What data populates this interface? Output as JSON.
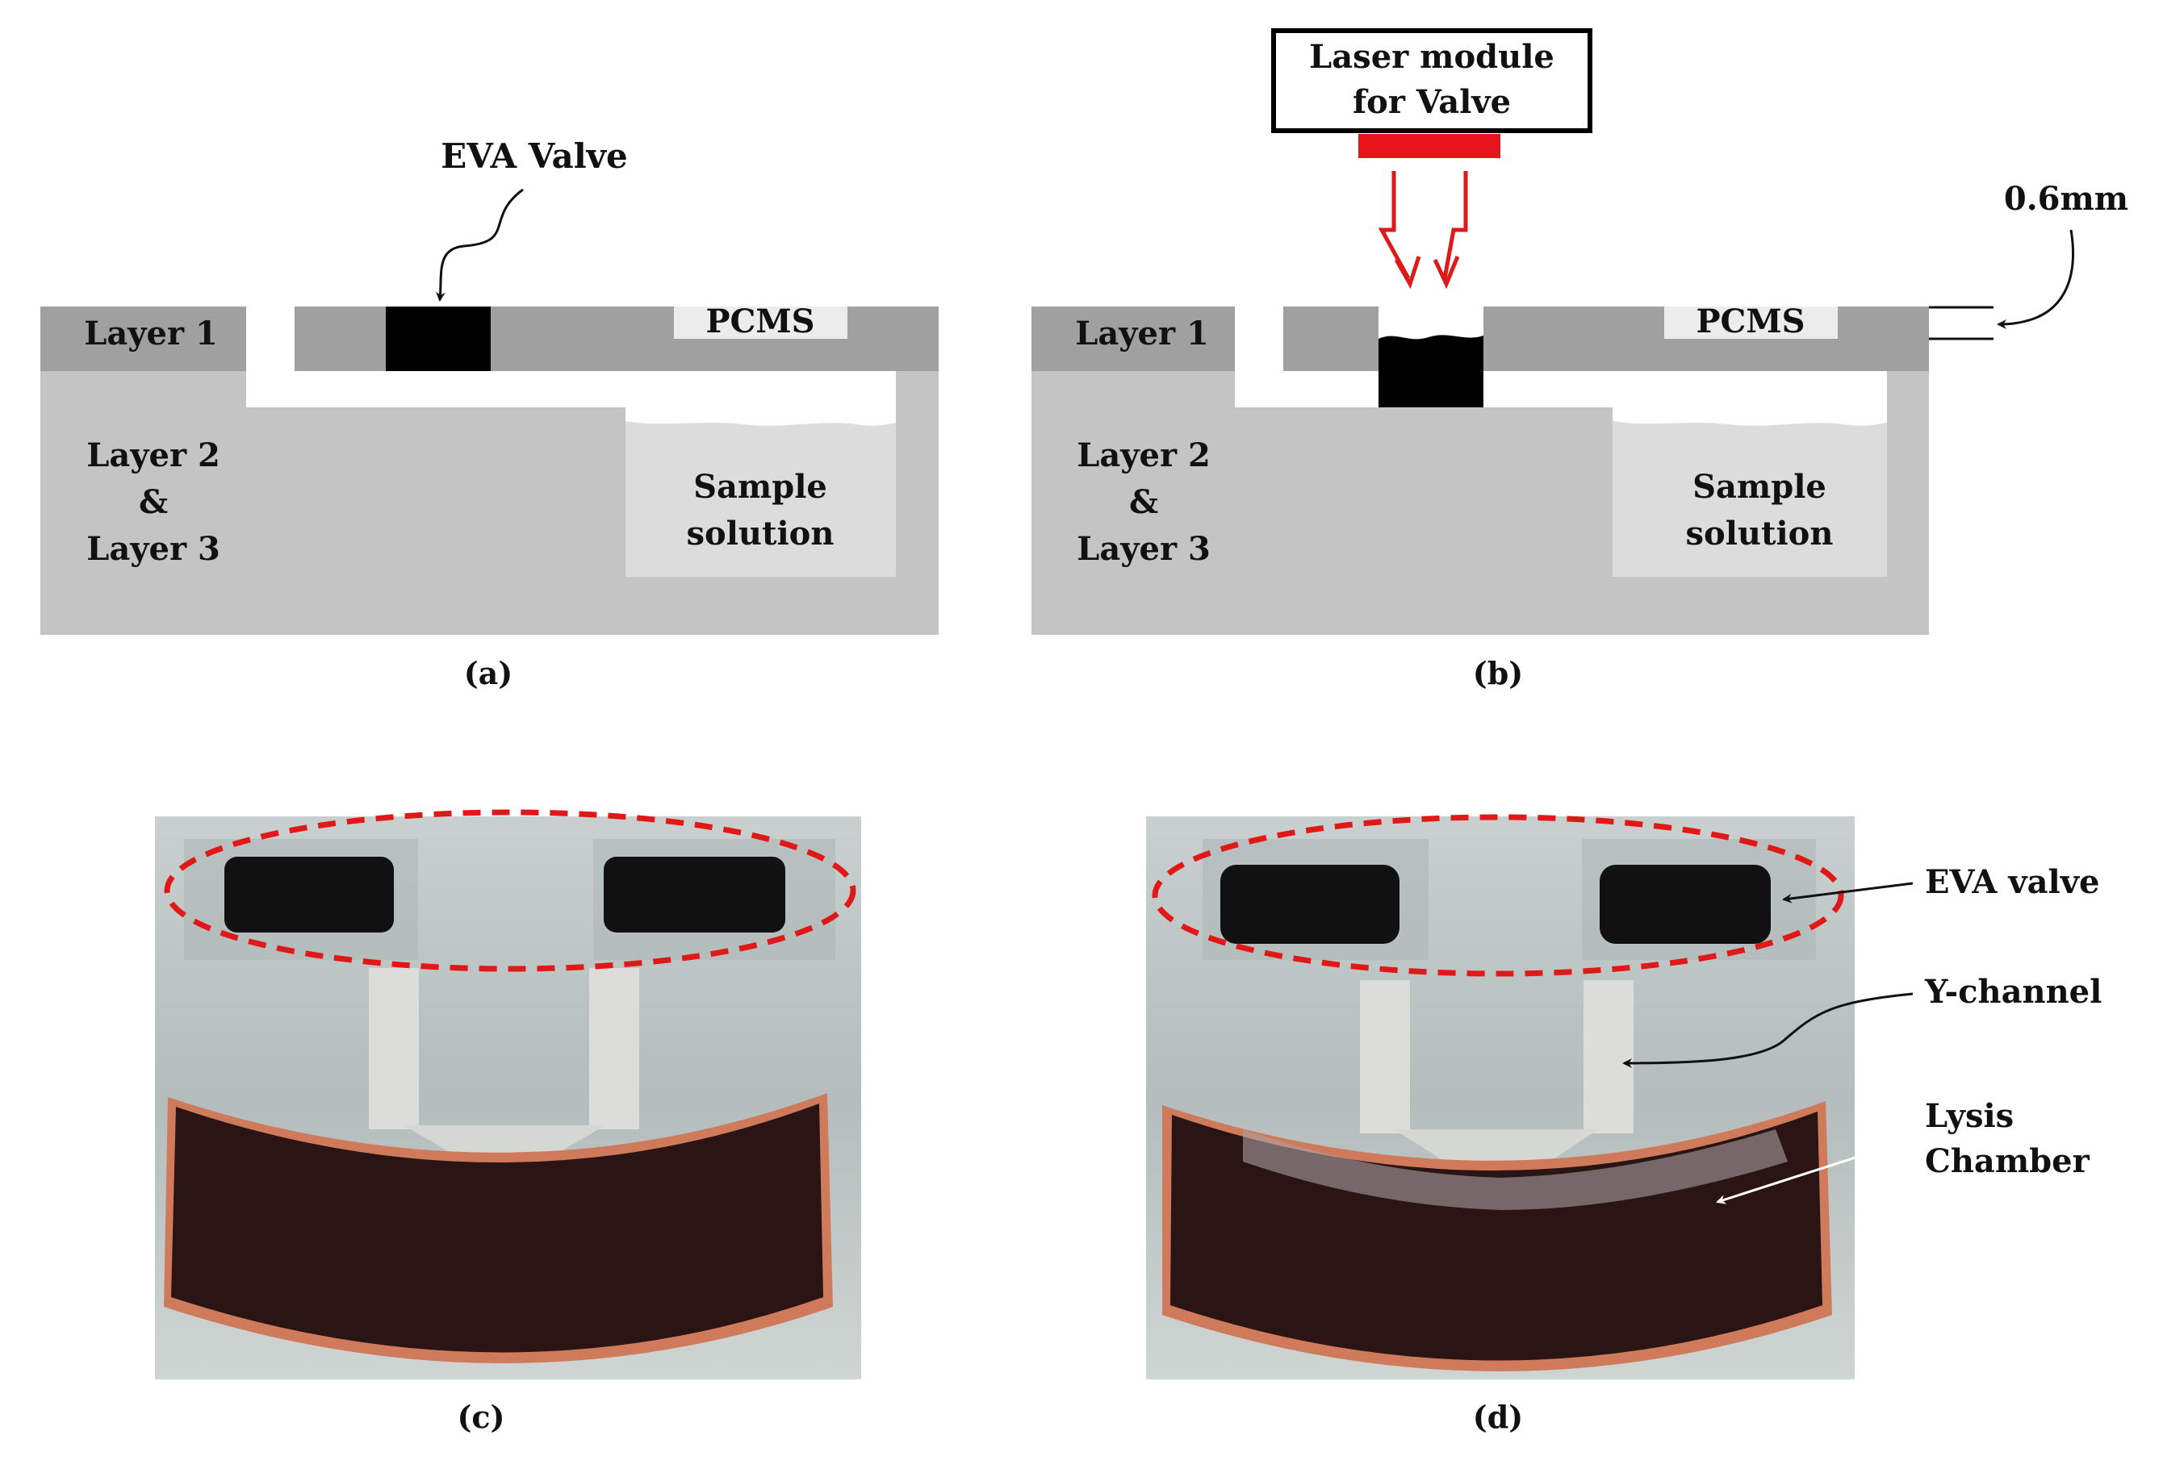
{
  "colors": {
    "layer1": "#a0a0a0",
    "body": "#c4c4c4",
    "pcms_box": "#ececec",
    "sample": "#dcdcdc",
    "valve": "#000000",
    "laser_emitter": "#e8141c",
    "laser_arrow": "#dd1a1a",
    "highlight_ellipse": "#e01818",
    "photo_bg": "#b9c2c1",
    "photo_chamber": "#2b1414",
    "photo_chamber_rim": "#d07a5c"
  },
  "panel_a": {
    "caption": "(a)",
    "valve_label": "EVA Valve",
    "layer1_label": "Layer 1",
    "pcms_label": "PCMS",
    "layer23_line1": "Layer 2",
    "layer23_line2": "&",
    "layer23_line3": "Layer 3",
    "sample_line1": "Sample",
    "sample_line2": "solution"
  },
  "panel_b": {
    "caption": "(b)",
    "laser_line1": "Laser module",
    "laser_line2": "for Valve",
    "thickness_label": "0.6mm",
    "layer1_label": "Layer 1",
    "pcms_label": "PCMS",
    "layer23_line1": "Layer 2",
    "layer23_line2": "&",
    "layer23_line3": "Layer 3",
    "sample_line1": "Sample",
    "sample_line2": "solution"
  },
  "panel_c": {
    "caption": "(c)"
  },
  "panel_d": {
    "caption": "(d)",
    "eva_label": "EVA valve",
    "ychannel_label": "Y-channel",
    "lysis_line1": "Lysis",
    "lysis_line2": "Chamber"
  }
}
